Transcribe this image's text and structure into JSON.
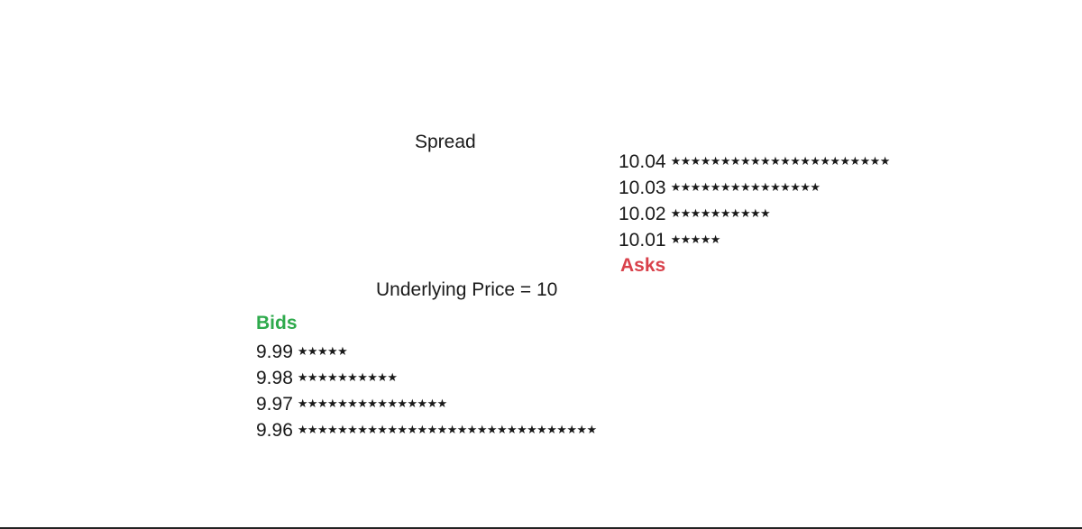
{
  "spread_label": "Spread",
  "underlying_label": "Underlying Price = 10",
  "star_glyph": "★",
  "asks": {
    "title": "Asks",
    "color": "#d9414b",
    "levels": [
      {
        "price": "10.04",
        "size": 22
      },
      {
        "price": "10.03",
        "size": 15
      },
      {
        "price": "10.02",
        "size": 10
      },
      {
        "price": "10.01",
        "size": 5
      }
    ]
  },
  "bids": {
    "title": "Bids",
    "color": "#2eaa4c",
    "levels": [
      {
        "price": "9.99",
        "size": 5
      },
      {
        "price": "9.98",
        "size": 10
      },
      {
        "price": "9.97",
        "size": 15
      },
      {
        "price": "9.96",
        "size": 30
      }
    ]
  }
}
